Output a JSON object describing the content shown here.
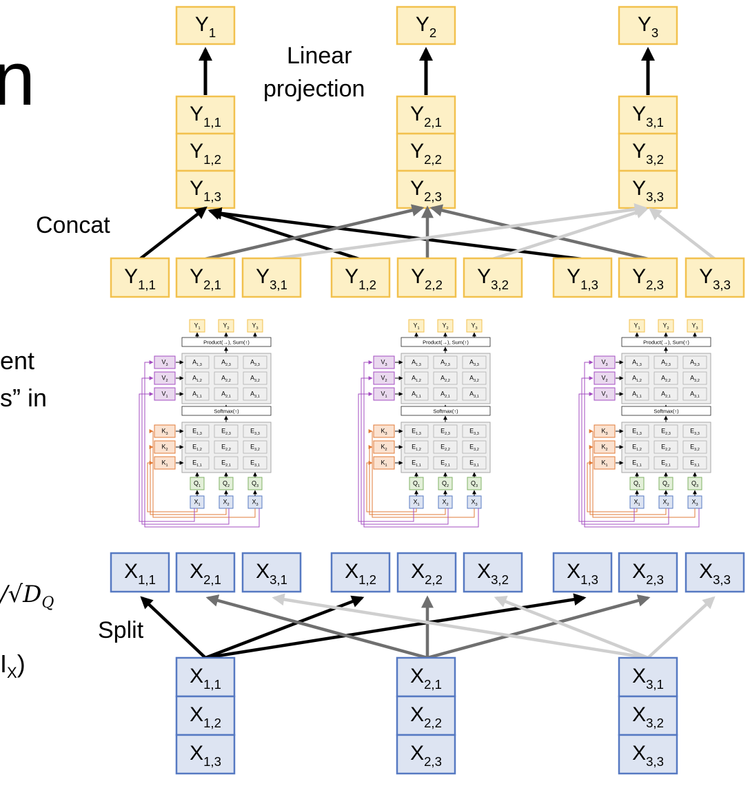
{
  "colors": {
    "y_fill": "#fdf0c6",
    "y_stroke": "#f2c14e",
    "x_fill": "#dde4f2",
    "x_stroke": "#5679c2",
    "q_fill": "#e3efd9",
    "q_stroke": "#7fb264",
    "k_fill": "#fbe2d0",
    "k_stroke": "#e07b39",
    "v_fill": "#ead9ef",
    "v_stroke": "#a34cc0",
    "grid_fill": "#efefef",
    "grid_stroke": "#a6a6a6",
    "arrow_black": "#000000",
    "arrow_dark": "#6f6f6f",
    "arrow_light": "#cfcfcf"
  },
  "labels": {
    "linear_line1": "Linear",
    "linear_line2": "projection",
    "concat": "Concat",
    "split": "Split"
  },
  "clipped_left_text": {
    "title_fragment": "n",
    "line1": "ent",
    "line2": "s” in",
    "formula": "/√D",
    "formula_sub": "Q",
    "line4": "I",
    "line4_sub": "X",
    "line4_end": ")"
  },
  "top_outputs": [
    {
      "base": "Y",
      "sub": "1"
    },
    {
      "base": "Y",
      "sub": "2"
    },
    {
      "base": "Y",
      "sub": "3"
    }
  ],
  "y_stacks": [
    [
      {
        "base": "Y",
        "sub": "1,1"
      },
      {
        "base": "Y",
        "sub": "1,2"
      },
      {
        "base": "Y",
        "sub": "1,3"
      }
    ],
    [
      {
        "base": "Y",
        "sub": "2,1"
      },
      {
        "base": "Y",
        "sub": "2,2"
      },
      {
        "base": "Y",
        "sub": "2,3"
      }
    ],
    [
      {
        "base": "Y",
        "sub": "3,1"
      },
      {
        "base": "Y",
        "sub": "3,2"
      },
      {
        "base": "Y",
        "sub": "3,3"
      }
    ]
  ],
  "y_row": [
    {
      "base": "Y",
      "sub": "1,1"
    },
    {
      "base": "Y",
      "sub": "2,1"
    },
    {
      "base": "Y",
      "sub": "3,1"
    },
    {
      "base": "Y",
      "sub": "1,2"
    },
    {
      "base": "Y",
      "sub": "2,2"
    },
    {
      "base": "Y",
      "sub": "3,2"
    },
    {
      "base": "Y",
      "sub": "1,3"
    },
    {
      "base": "Y",
      "sub": "2,3"
    },
    {
      "base": "Y",
      "sub": "3,3"
    }
  ],
  "x_row": [
    {
      "base": "X",
      "sub": "1,1"
    },
    {
      "base": "X",
      "sub": "2,1"
    },
    {
      "base": "X",
      "sub": "3,1"
    },
    {
      "base": "X",
      "sub": "1,2"
    },
    {
      "base": "X",
      "sub": "2,2"
    },
    {
      "base": "X",
      "sub": "3,2"
    },
    {
      "base": "X",
      "sub": "1,3"
    },
    {
      "base": "X",
      "sub": "2,3"
    },
    {
      "base": "X",
      "sub": "3,3"
    }
  ],
  "x_stacks": [
    [
      {
        "base": "X",
        "sub": "1,1"
      },
      {
        "base": "X",
        "sub": "1,2"
      },
      {
        "base": "X",
        "sub": "1,3"
      }
    ],
    [
      {
        "base": "X",
        "sub": "2,1"
      },
      {
        "base": "X",
        "sub": "2,2"
      },
      {
        "base": "X",
        "sub": "2,3"
      }
    ],
    [
      {
        "base": "X",
        "sub": "3,1"
      },
      {
        "base": "X",
        "sub": "3,2"
      },
      {
        "base": "X",
        "sub": "3,3"
      }
    ]
  ],
  "head": {
    "outputs": [
      {
        "base": "Y",
        "sub": "1"
      },
      {
        "base": "Y",
        "sub": "2"
      },
      {
        "base": "Y",
        "sub": "3"
      }
    ],
    "product_label": "Product(→),   Sum(↑)",
    "softmax_label": "Softmax(↑)",
    "values": [
      {
        "base": "V",
        "sub": "3"
      },
      {
        "base": "V",
        "sub": "2"
      },
      {
        "base": "V",
        "sub": "1"
      }
    ],
    "keys": [
      {
        "base": "K",
        "sub": "3"
      },
      {
        "base": "K",
        "sub": "2"
      },
      {
        "base": "K",
        "sub": "1"
      }
    ],
    "a_grid": [
      [
        {
          "base": "A",
          "sub": "1,3"
        },
        {
          "base": "A",
          "sub": "2,3"
        },
        {
          "base": "A",
          "sub": "3,3"
        }
      ],
      [
        {
          "base": "A",
          "sub": "1,2"
        },
        {
          "base": "A",
          "sub": "2,2"
        },
        {
          "base": "A",
          "sub": "3,2"
        }
      ],
      [
        {
          "base": "A",
          "sub": "1,1"
        },
        {
          "base": "A",
          "sub": "2,1"
        },
        {
          "base": "A",
          "sub": "3,1"
        }
      ]
    ],
    "e_grid": [
      [
        {
          "base": "E",
          "sub": "1,3"
        },
        {
          "base": "E",
          "sub": "2,3"
        },
        {
          "base": "E",
          "sub": "3,3"
        }
      ],
      [
        {
          "base": "E",
          "sub": "1,2"
        },
        {
          "base": "E",
          "sub": "2,2"
        },
        {
          "base": "E",
          "sub": "3,2"
        }
      ],
      [
        {
          "base": "E",
          "sub": "1,1"
        },
        {
          "base": "E",
          "sub": "2,1"
        },
        {
          "base": "E",
          "sub": "3,1"
        }
      ]
    ],
    "queries": [
      {
        "base": "Q",
        "sub": "1"
      },
      {
        "base": "Q",
        "sub": "2"
      },
      {
        "base": "Q",
        "sub": "3"
      }
    ],
    "inputs": [
      {
        "base": "X",
        "sub": "1"
      },
      {
        "base": "X",
        "sub": "2"
      },
      {
        "base": "X",
        "sub": "3"
      }
    ]
  }
}
